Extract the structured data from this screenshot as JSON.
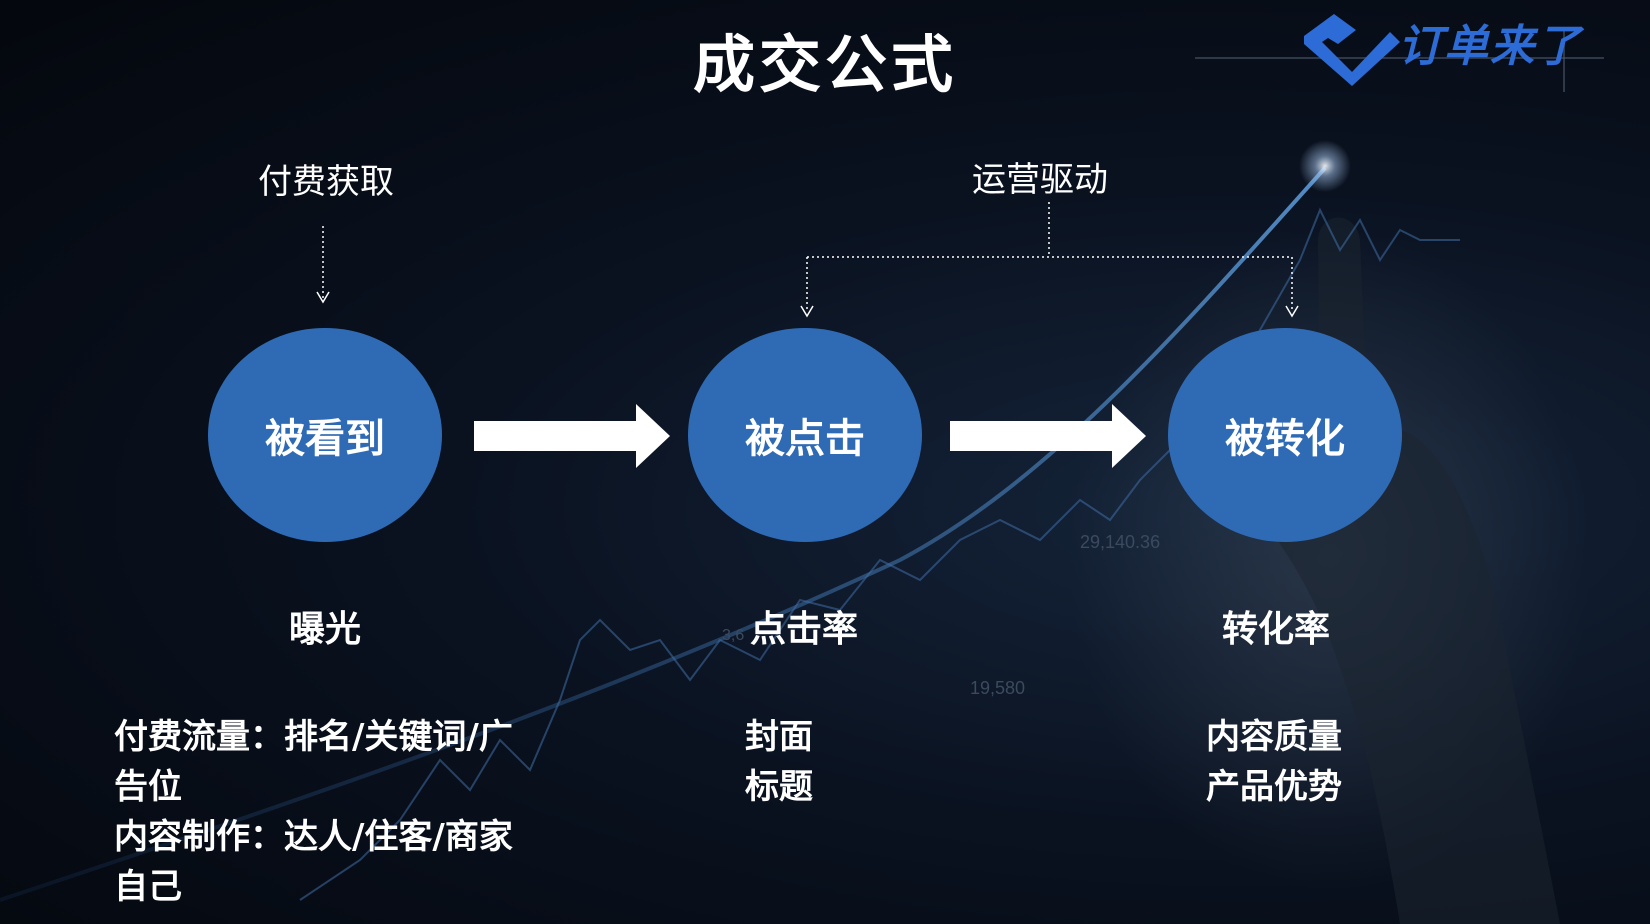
{
  "title": "成交公式",
  "logo": {
    "text": "订单来了",
    "color": "#2d6bd6"
  },
  "top_labels": {
    "paid": "付费获取",
    "ops": "运营驱动"
  },
  "nodes": [
    {
      "label": "被看到",
      "metric": "曝光"
    },
    {
      "label": "被点击",
      "metric": "点击率"
    },
    {
      "label": "被转化",
      "metric": "转化率"
    }
  ],
  "descriptions": {
    "left": [
      "付费流量：排名/关键词/广",
      "告位",
      "内容制作：达人/住客/商家",
      "自己"
    ],
    "middle": [
      "封面",
      "标题"
    ],
    "right": [
      "内容质量",
      "产品优势"
    ]
  },
  "background_numbers": [
    "29,140.36",
    "19,580",
    "3,6"
  ],
  "colors": {
    "node": "#2f6bb5",
    "background": "#04070d",
    "text": "#ffffff"
  }
}
